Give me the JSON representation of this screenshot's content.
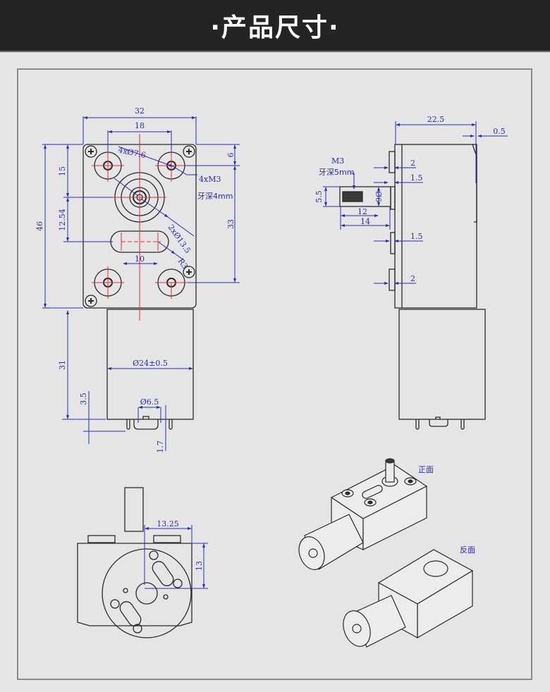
{
  "header": {
    "title": "·产品尺寸·"
  },
  "colors": {
    "header_bg": "#242424",
    "page_bg": "#e6e5e5",
    "dimension_line": "#2b2bb8",
    "center_line": "#e23030",
    "outline": "#2a2a2a"
  },
  "front_view": {
    "dims": {
      "width_total": "32",
      "hole_spacing": "18",
      "mount_holes": "4xØ7.6",
      "threads": "4xM3",
      "thread_depth": "牙深4mm",
      "shaft_bosses": "2xØ13.5",
      "slot_radius": "R3",
      "slot_length": "10",
      "height_total": "46",
      "top_to_shaft": "15",
      "shaft_to_slot": "12.54",
      "top_to_hole": "6",
      "hole_to_hole": "33",
      "motor_length": "31",
      "motor_diameter": "Ø24±0.5",
      "boss_diameter": "Ø6.5",
      "terminal_offset": "3.5",
      "terminal_width": "1.7"
    }
  },
  "side_view": {
    "dims": {
      "body_depth": "22.5",
      "lip": "0.5",
      "shaft_thread": "M3",
      "shaft_thread_depth": "牙深5mm",
      "shaft_flat": "5.5",
      "shaft_diameter": "Ø6",
      "shaft_length_inner": "12",
      "shaft_length_total": "14",
      "boss_2_top": "2",
      "boss_1_5_top": "1.5",
      "boss_1_5_bottom": "1.5",
      "boss_2_bottom": "2"
    }
  },
  "end_view": {
    "dims": {
      "horizontal_offset": "13.25",
      "vertical_offset": "13"
    }
  },
  "iso_views": {
    "front_label": "正面",
    "back_label": "反面"
  }
}
